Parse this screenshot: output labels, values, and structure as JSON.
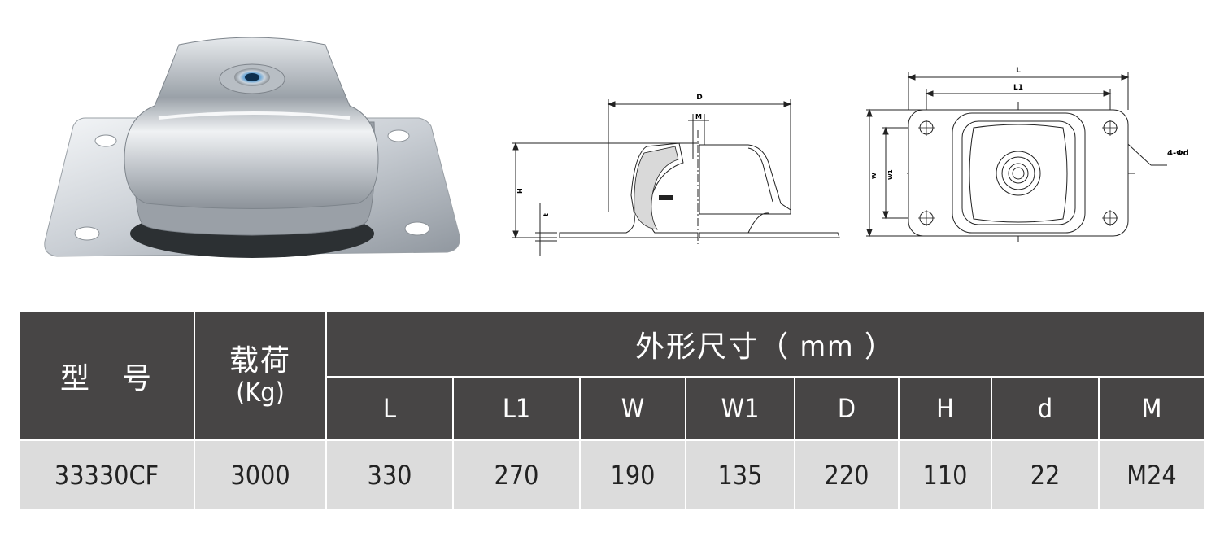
{
  "drawing_labels": {
    "side_D": "D",
    "side_M": "M",
    "side_H": "H",
    "side_t": "t",
    "top_L": "L",
    "top_L1": "L1",
    "top_W": "W",
    "top_W1": "W1",
    "top_hole": "4-Φd"
  },
  "table": {
    "header": {
      "model": "型　号",
      "load_line1": "载荷",
      "load_line2": "(Kg)",
      "dims_title": "外形尺寸（ mm ）",
      "columns": [
        "L",
        "L1",
        "W",
        "W1",
        "D",
        "H",
        "d",
        "M"
      ]
    },
    "row": {
      "model": "33330CF",
      "load": "3000",
      "values": [
        "330",
        "270",
        "190",
        "135",
        "220",
        "110",
        "22",
        "M24"
      ]
    }
  },
  "colors": {
    "header_bg": "#474545",
    "row_bg": "#dcdcdc",
    "header_text": "#ffffff",
    "row_text": "#222222"
  }
}
